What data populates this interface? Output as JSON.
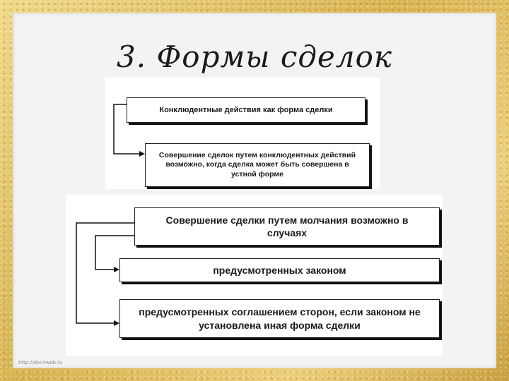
{
  "slide": {
    "title": "3. Формы сделок",
    "footer_url": "http://doc4web.ru"
  },
  "diagram_top": {
    "header": "Конклюдентные действия как форма сделки",
    "detail": "Совершение сделок путем конклюдентных действий возможно, когда сделка может быть совершена в устной форме"
  },
  "diagram_bottom": {
    "header": "Совершение сделки путем молчания возможно в случаях",
    "case_1": "предусмотренных законом",
    "case_2": "предусмотренных соглашением сторон, если законом не установлена иная форма сделки"
  }
}
